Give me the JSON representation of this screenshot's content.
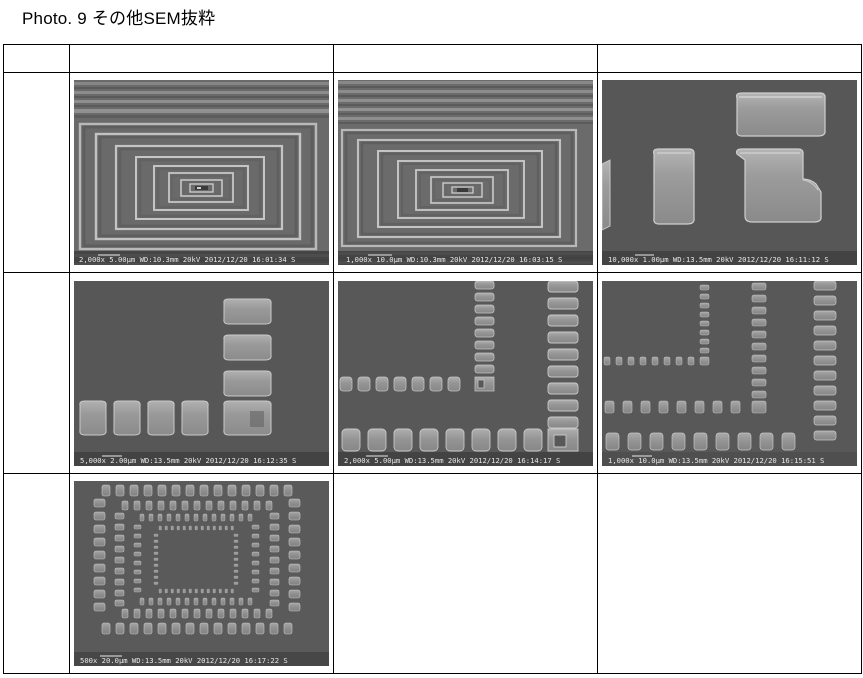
{
  "document": {
    "title": "Photo. 9 その他SEM抜粋"
  },
  "table": {
    "columns": 4,
    "rows": 4,
    "row_labels": [
      "",
      "",
      "",
      ""
    ],
    "header_cells": [
      "",
      "",
      "",
      ""
    ]
  },
  "images": [
    {
      "id": "sem-1",
      "row": 1,
      "col": 2,
      "pattern": "concentric-rectangles",
      "description": "Concentric rectangular spiral rings with line gratings",
      "magnification": "2,000x",
      "scale_bar": "5.00μm",
      "working_distance": "WD:10.3mm",
      "voltage": "20kV",
      "date": "2012/12/20",
      "time": "16:01:34",
      "detector": "S",
      "caption": "2,000x 5.00μm  WD:10.3mm  20kV 2012/12/20 16:01:34 S"
    },
    {
      "id": "sem-2",
      "row": 1,
      "col": 3,
      "pattern": "concentric-rectangles",
      "description": "Concentric rectangular spiral rings, wider field",
      "magnification": "1,000x",
      "scale_bar": "10.0μm",
      "working_distance": "WD:10.3mm",
      "voltage": "20kV",
      "date": "2012/12/20",
      "time": "16:03:15",
      "detector": "S",
      "caption": "1,000x 10.0μm  WD:10.3mm  20kV 2012/12/20 16:03:15 S"
    },
    {
      "id": "sem-3",
      "row": 1,
      "col": 4,
      "pattern": "isolated-pads",
      "description": "Isolated rounded rectangular and L-shaped resist features",
      "magnification": "10,000x",
      "scale_bar": "1.00μm",
      "working_distance": "WD:13.5mm",
      "voltage": "20kV",
      "date": "2012/12/20",
      "time": "16:11:12",
      "detector": "S",
      "caption": "10,000x 1.00μm  WD:13.5mm  20kV 2012/12/20 16:11:12 S"
    },
    {
      "id": "sem-4",
      "row": 2,
      "col": 2,
      "pattern": "pad-row-and-column",
      "description": "Row of five pads with vertical stack of three pads and L-shape",
      "magnification": "5,000x",
      "scale_bar": "2.00μm",
      "working_distance": "WD:13.5mm",
      "voltage": "20kV",
      "date": "2012/12/20",
      "time": "16:12:35",
      "detector": "S",
      "caption": "5,000x 2.00μm  WD:13.5mm  20kV 2012/12/20 16:12:35 S"
    },
    {
      "id": "sem-5",
      "row": 2,
      "col": 3,
      "pattern": "corner-arrays",
      "description": "Nested L-shaped corner arrays of rectangular pads",
      "magnification": "2,000x",
      "scale_bar": "5.00μm",
      "working_distance": "WD:13.5mm",
      "voltage": "20kV",
      "date": "2012/12/20",
      "time": "16:14:17",
      "detector": "S",
      "caption": "2,000x 5.00μm  WD:13.5mm  20kV 2012/12/20 16:14:17 S"
    },
    {
      "id": "sem-6",
      "row": 2,
      "col": 4,
      "pattern": "corner-arrays-dense",
      "description": "Dense nested corner arrays of small pads",
      "magnification": "1,000x",
      "scale_bar": "10.0μm",
      "working_distance": "WD:13.5mm",
      "voltage": "20kV",
      "date": "2012/12/20",
      "time": "16:15:51",
      "detector": "S",
      "caption": "1,000x 10.0μm  WD:13.5mm  20kV 2012/12/20 16:15:51 S"
    },
    {
      "id": "sem-7",
      "row": 3,
      "col": 2,
      "pattern": "concentric-pad-rings",
      "description": "Concentric square rings of pads, full test structure",
      "magnification": "500x",
      "scale_bar": "20.0μm",
      "working_distance": "WD:13.5mm",
      "voltage": "20kV",
      "date": "2012/12/20",
      "time": "16:17:22",
      "detector": "S",
      "caption": "500x 20.0μm  WD:13.5mm  20kV 2012/12/20 16:17:22 S"
    }
  ],
  "colors": {
    "background": "#ffffff",
    "border": "#000000",
    "text": "#000000",
    "sem_substrate": "#545454",
    "sem_feature": "#9a9a9a",
    "sem_highlight": "#d8d8d8",
    "caption_text": "#e8e8e8"
  }
}
